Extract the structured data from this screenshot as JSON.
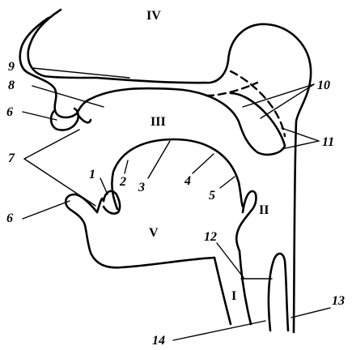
{
  "regions": {
    "I": "I",
    "II": "II",
    "III": "III",
    "IV": "IV",
    "V": "V"
  },
  "labels": {
    "l1": "1",
    "l2": "2",
    "l3": "3",
    "l4": "4",
    "l5": "5",
    "l6_top": "6",
    "l6_bottom": "6",
    "l7": "7",
    "l8": "8",
    "l9": "9",
    "l10": "10",
    "l11": "11",
    "l12": "12",
    "l13": "13",
    "l14": "14"
  }
}
